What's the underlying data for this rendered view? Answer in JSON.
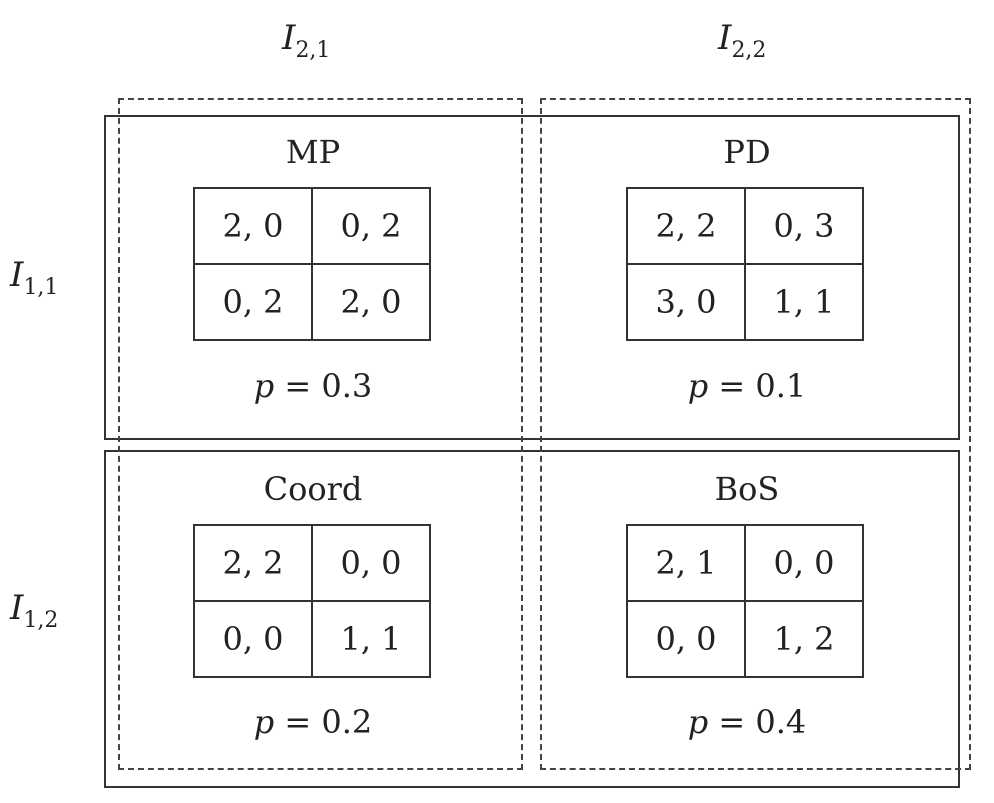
{
  "columns": [
    {
      "symbol": "I",
      "sub": "2,1"
    },
    {
      "symbol": "I",
      "sub": "2,2"
    }
  ],
  "rows": [
    {
      "symbol": "I",
      "sub": "1,1"
    },
    {
      "symbol": "I",
      "sub": "1,2"
    }
  ],
  "games": [
    {
      "title": "MP",
      "cells": [
        [
          "2, 0",
          "0, 2"
        ],
        [
          "0, 2",
          "2, 0"
        ]
      ],
      "prob_var": "p",
      "prob_eq": "= 0.3"
    },
    {
      "title": "PD",
      "cells": [
        [
          "2, 2",
          "0, 3"
        ],
        [
          "3, 0",
          "1, 1"
        ]
      ],
      "prob_var": "p",
      "prob_eq": "= 0.1"
    },
    {
      "title": "Coord",
      "cells": [
        [
          "2, 2",
          "0, 0"
        ],
        [
          "0, 0",
          "1, 1"
        ]
      ],
      "prob_var": "p",
      "prob_eq": "= 0.2"
    },
    {
      "title": "BoS",
      "cells": [
        [
          "2, 1",
          "0, 0"
        ],
        [
          "0, 0",
          "1, 2"
        ]
      ],
      "prob_var": "p",
      "prob_eq": "= 0.4"
    }
  ]
}
